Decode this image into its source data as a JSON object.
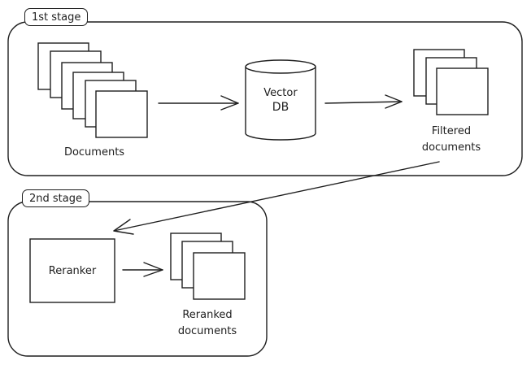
{
  "stages": [
    {
      "id": "stage1",
      "label": "1st stage"
    },
    {
      "id": "stage2",
      "label": "2nd stage"
    }
  ],
  "nodes": {
    "documents": {
      "label": "Documents",
      "count": 6
    },
    "vector_db": {
      "label_line1": "Vector",
      "label_line2": "DB"
    },
    "filtered": {
      "label_line1": "Filtered",
      "label_line2": "documents",
      "count": 3
    },
    "reranker": {
      "label": "Reranker"
    },
    "reranked": {
      "label_line1": "Reranked",
      "label_line2": "documents",
      "count": 3
    }
  },
  "edges": [
    {
      "from": "documents",
      "to": "vector_db"
    },
    {
      "from": "vector_db",
      "to": "filtered"
    },
    {
      "from": "filtered",
      "to": "reranker"
    },
    {
      "from": "reranker",
      "to": "reranked"
    }
  ],
  "colors": {
    "stroke": "#1e1e1e",
    "background": "#ffffff"
  }
}
